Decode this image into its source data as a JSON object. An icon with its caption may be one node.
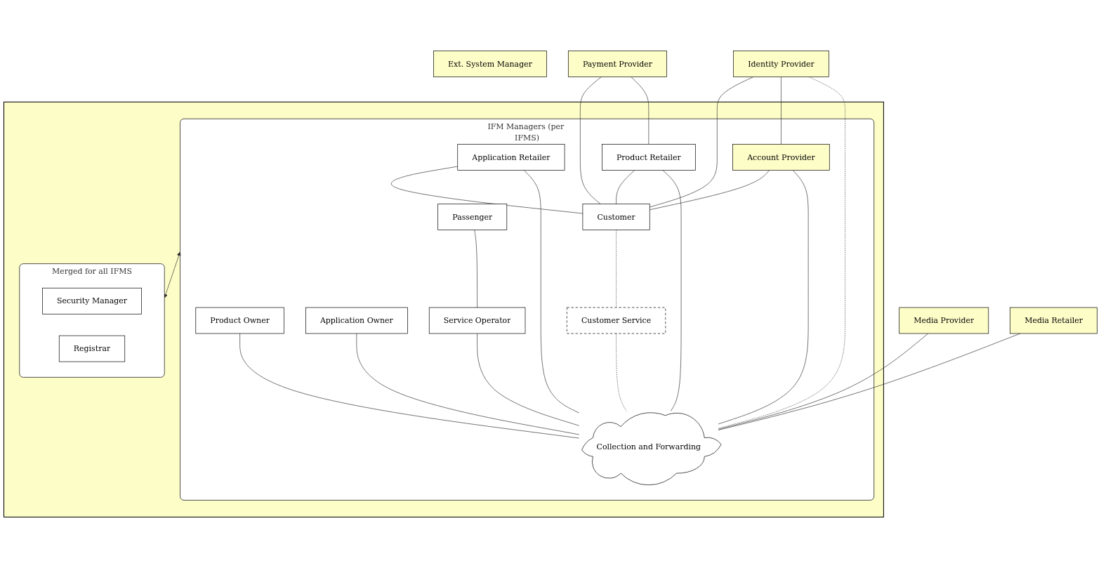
{
  "diagram": {
    "nodes": [
      {
        "text": [
          "Ext. System Manager"
        ]
      },
      {
        "text": [
          "Media Provider"
        ]
      },
      {
        "text": [
          "Media Retailer"
        ]
      },
      {
        "text": [
          "Identity Provider"
        ]
      },
      {
        "text": [
          "Payment Provider"
        ]
      },
      {
        "text": [],
        "shape": "box"
      },
      {
        "text": [
          "IFM Managers (per IFMS)"
        ],
        "in": 5
      },
      {
        "text": [
          "Product Owner"
        ],
        "in": 6
      },
      {
        "text": [
          "Application Owner"
        ],
        "in": 6
      },
      {
        "text": [
          "Collection and Forwarding"
        ],
        "in": 6
      },
      {
        "text": [
          "Application Retailer"
        ],
        "in": 6
      },
      {
        "text": [
          "Product Retailer"
        ],
        "in": 6
      },
      {
        "text": [
          "Account Provider"
        ],
        "in": 6
      },
      {
        "text": [
          "Customer Service"
        ],
        "in": 6
      },
      {
        "text": [
          "Customer"
        ],
        "in": 6
      },
      {
        "text": [
          "Passenger"
        ],
        "in": 6
      },
      {
        "text": [
          "Service Operator"
        ],
        "in": 6
      },
      {
        "text": [
          "Merged for all IFMS"
        ],
        "in": 5
      },
      {
        "text": [
          "Security Manager"
        ],
        "in": 17
      },
      {
        "text": [
          "Registrar"
        ],
        "in": 17
      }
    ],
    "edges": [
      {
        "from": 1,
        "to": 9,
        "arrow": "none"
      },
      {
        "from": 2,
        "to": 9,
        "arrow": "none"
      },
      {
        "from": 3,
        "to": 9,
        "arrow": "none",
        "style": "dashed"
      },
      {
        "from": 7,
        "to": 9,
        "arrow": "none"
      },
      {
        "from": 8,
        "to": 9,
        "arrow": "none"
      },
      {
        "from": 10,
        "to": 9,
        "arrow": "none"
      },
      {
        "from": 11,
        "to": 9,
        "arrow": "none"
      },
      {
        "from": 12,
        "to": 9,
        "arrow": "none"
      },
      {
        "from": 13,
        "to": 9,
        "arrow": "none",
        "style": "dashed"
      },
      {
        "from": 16,
        "to": 9,
        "arrow": "none"
      },
      {
        "from": 4,
        "to": 11,
        "arrow": "none"
      },
      {
        "from": 3,
        "to": 12,
        "arrow": "none"
      },
      {
        "from": 3,
        "to": 14,
        "arrow": "none"
      },
      {
        "from": 4,
        "to": 14,
        "arrow": "none"
      },
      {
        "from": 12,
        "to": 14,
        "arrow": "none"
      },
      {
        "from": 10,
        "to": 14,
        "arrow": "none"
      },
      {
        "from": 11,
        "to": 14,
        "arrow": "none"
      },
      {
        "from": 14,
        "to": 13,
        "arrow": "none",
        "style": "dashed"
      },
      {
        "from": 15,
        "to": 16,
        "arrow": "none"
      },
      {
        "from": 6,
        "to": 17,
        "arrow": "both"
      }
    ]
  }
}
